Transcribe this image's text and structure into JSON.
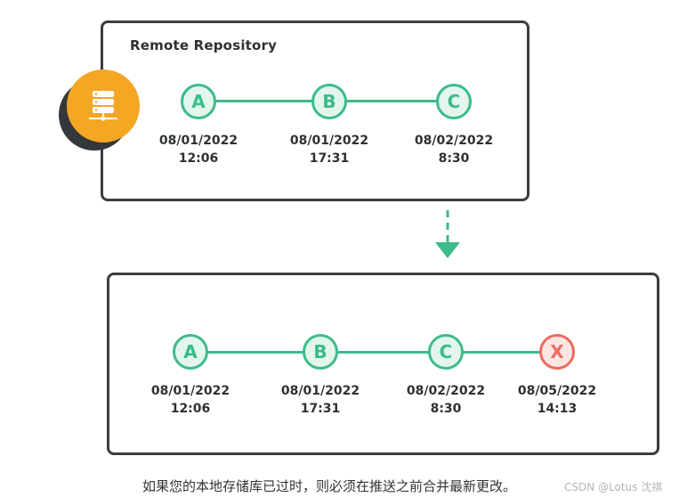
{
  "remote_repository": {
    "title": "Remote Repository",
    "commits": [
      {
        "label": "A",
        "date": "08/01/2022",
        "time": "12:06"
      },
      {
        "label": "B",
        "date": "08/01/2022",
        "time": "17:31"
      },
      {
        "label": "C",
        "date": "08/02/2022",
        "time": "8:30"
      }
    ]
  },
  "local_repository": {
    "commits": [
      {
        "label": "A",
        "date": "08/01/2022",
        "time": "12:06"
      },
      {
        "label": "B",
        "date": "08/01/2022",
        "time": "17:31"
      },
      {
        "label": "C",
        "date": "08/02/2022",
        "time": "8:30"
      },
      {
        "label": "X",
        "date": "08/05/2022",
        "time": "14:13",
        "status": "conflict"
      }
    ]
  },
  "icons": {
    "server": "server-icon",
    "arrow": "arrow-down-icon"
  },
  "colors": {
    "commit_green": "#3dbb8a",
    "commit_green_fill": "#e3f6ee",
    "conflict_red": "#ec6b5f",
    "conflict_red_fill": "#fce6e3",
    "badge_orange": "#f5a623",
    "panel_border": "#3a3e41"
  },
  "caption": "如果您的本地存储库已过时，则必须在推送之前合并最新更改。",
  "watermark": "CSDN @Lotus 沈祺"
}
